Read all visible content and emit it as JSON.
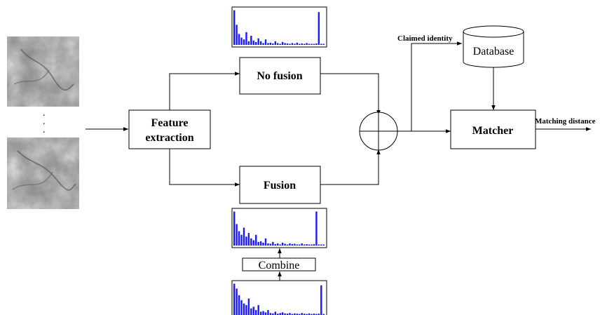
{
  "boxes": {
    "feature_extraction": [
      "Feature",
      "extraction"
    ],
    "no_fusion": "No fusion",
    "fusion": "Fusion",
    "combine": "Combine",
    "matcher": "Matcher",
    "database": "Database"
  },
  "labels": {
    "claimed_identity": "Claimed identity",
    "matching_distance": "Matching distance"
  },
  "colors": {
    "histogram": "#1a1aff",
    "stroke": "#000000"
  },
  "histograms": {
    "top": [
      0.95,
      0.55,
      0.3,
      0.2,
      0.15,
      0.35,
      0.1,
      0.25,
      0.12,
      0.08,
      0.18,
      0.1,
      0.05,
      0.15,
      0.05,
      0.06,
      0.04,
      0.1,
      0.05,
      0.03,
      0.08,
      0.05,
      0.04,
      0.02,
      0.05,
      0.03,
      0.06,
      0.02,
      0.04,
      0.03,
      0.05,
      0.02,
      0.03,
      0.02,
      0.04,
      0.9,
      0.03,
      0.02
    ],
    "fusion": [
      0.95,
      0.6,
      0.4,
      0.3,
      0.5,
      0.25,
      0.35,
      0.2,
      0.15,
      0.3,
      0.1,
      0.12,
      0.08,
      0.2,
      0.06,
      0.05,
      0.1,
      0.04,
      0.06,
      0.03,
      0.08,
      0.05,
      0.03,
      0.06,
      0.04,
      0.05,
      0.03,
      0.02,
      0.06,
      0.03,
      0.04,
      0.02,
      0.03,
      0.04,
      0.95,
      0.03,
      0.02,
      0.02
    ],
    "bottom": [
      0.95,
      0.8,
      0.6,
      0.45,
      0.35,
      0.3,
      0.5,
      0.2,
      0.25,
      0.15,
      0.3,
      0.1,
      0.12,
      0.08,
      0.15,
      0.06,
      0.05,
      0.1,
      0.04,
      0.06,
      0.08,
      0.05,
      0.04,
      0.06,
      0.03,
      0.05,
      0.04,
      0.03,
      0.06,
      0.04,
      0.03,
      0.05,
      0.03,
      0.04,
      0.03,
      0.04,
      0.9,
      0.03
    ]
  }
}
